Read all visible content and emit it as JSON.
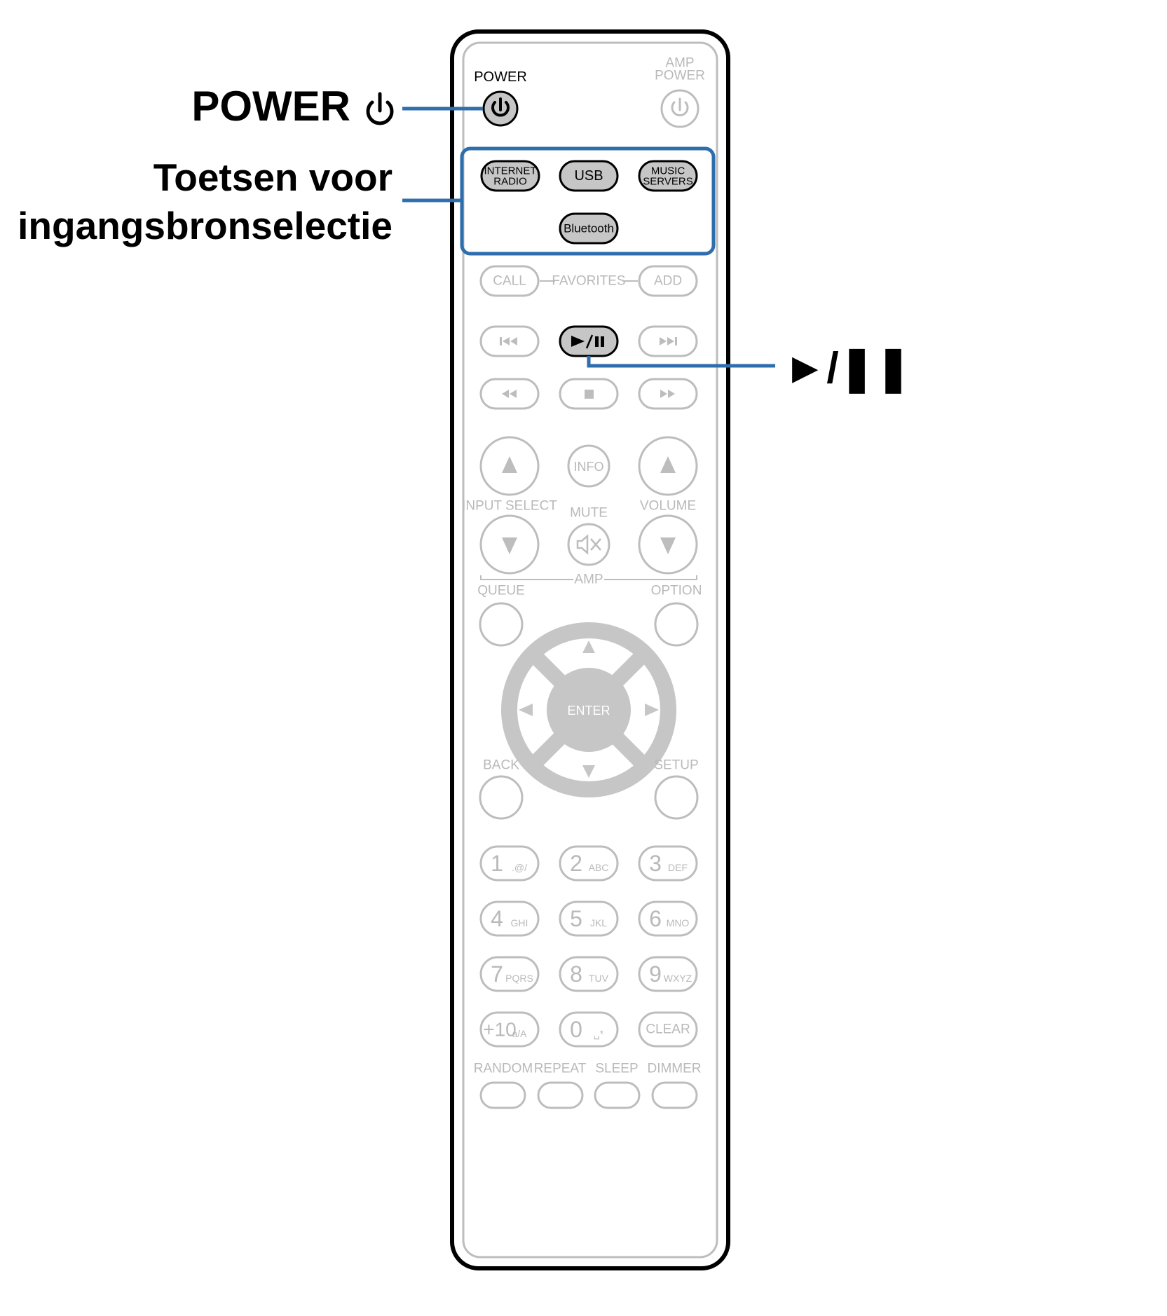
{
  "callouts": {
    "power": "POWER",
    "input_keys_line1": "Toetsen voor",
    "input_keys_line2": "ingangsbronselectie",
    "play_pause": "►/❚❚"
  },
  "remote": {
    "power_label": "POWER",
    "amp_power_line1": "AMP",
    "amp_power_line2": "POWER",
    "sources": {
      "internet_radio_1": "INTERNET",
      "internet_radio_2": "RADIO",
      "usb": "USB",
      "music_servers_1": "MUSIC",
      "music_servers_2": "SERVERS",
      "bluetooth": "Bluetooth"
    },
    "favorites": {
      "call": "CALL",
      "label": "FAVORITES",
      "add": "ADD"
    },
    "info": "INFO",
    "input_select": "INPUT SELECT",
    "mute": "MUTE",
    "volume": "VOLUME",
    "amp": "AMP",
    "queue": "QUEUE",
    "option": "OPTION",
    "enter": "ENTER",
    "back": "BACK",
    "setup": "SETUP",
    "keypad": [
      {
        "num": "1",
        "sub": ".@/"
      },
      {
        "num": "2",
        "sub": "ABC"
      },
      {
        "num": "3",
        "sub": "DEF"
      },
      {
        "num": "4",
        "sub": "GHI"
      },
      {
        "num": "5",
        "sub": "JKL"
      },
      {
        "num": "6",
        "sub": "MNO"
      },
      {
        "num": "7",
        "sub": "PQRS"
      },
      {
        "num": "8",
        "sub": "TUV"
      },
      {
        "num": "9",
        "sub": "WXYZ"
      },
      {
        "num": "+10",
        "sub": "a/A"
      },
      {
        "num": "0",
        "sub": "␣*"
      },
      {
        "num": "CLEAR",
        "sub": ""
      }
    ],
    "bottom_labels": {
      "random": "RANDOM",
      "repeat": "REPEAT",
      "sleep": "SLEEP",
      "dimmer": "DIMMER"
    }
  },
  "colors": {
    "highlight": "#2f6ead",
    "active_fill": "#c6c6c6",
    "inactive": "#bdbdbd",
    "outline": "#000000"
  }
}
